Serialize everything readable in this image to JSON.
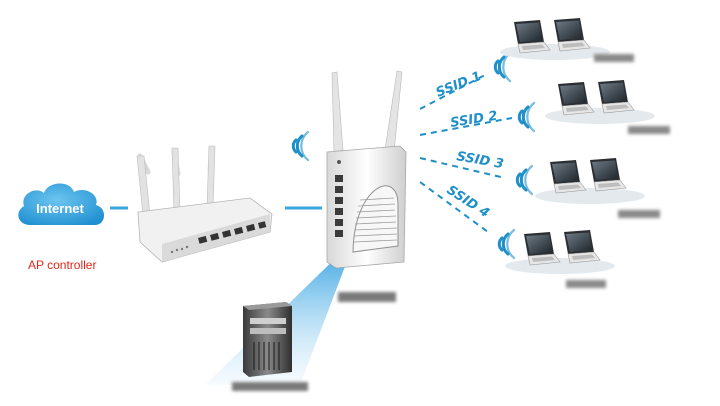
{
  "colors": {
    "link_blue": "#1e8fc8",
    "cloud_blue": "#3aa6de",
    "label_red": "#e3261c"
  },
  "internet": {
    "label": "Internet",
    "icon": "cloud-icon"
  },
  "router": {
    "caption": "AP controller",
    "icon": "router-icon"
  },
  "access_point": {
    "icon": "access-point-icon"
  },
  "server": {
    "icon": "server-icon"
  },
  "ssids": [
    {
      "label": "SSID 1"
    },
    {
      "label": "SSID 2"
    },
    {
      "label": "SSID 3"
    },
    {
      "label": "SSID 4"
    }
  ],
  "client_groups": [
    {
      "icon": "laptop-icon"
    },
    {
      "icon": "laptop-icon"
    },
    {
      "icon": "laptop-icon"
    },
    {
      "icon": "laptop-icon"
    }
  ]
}
